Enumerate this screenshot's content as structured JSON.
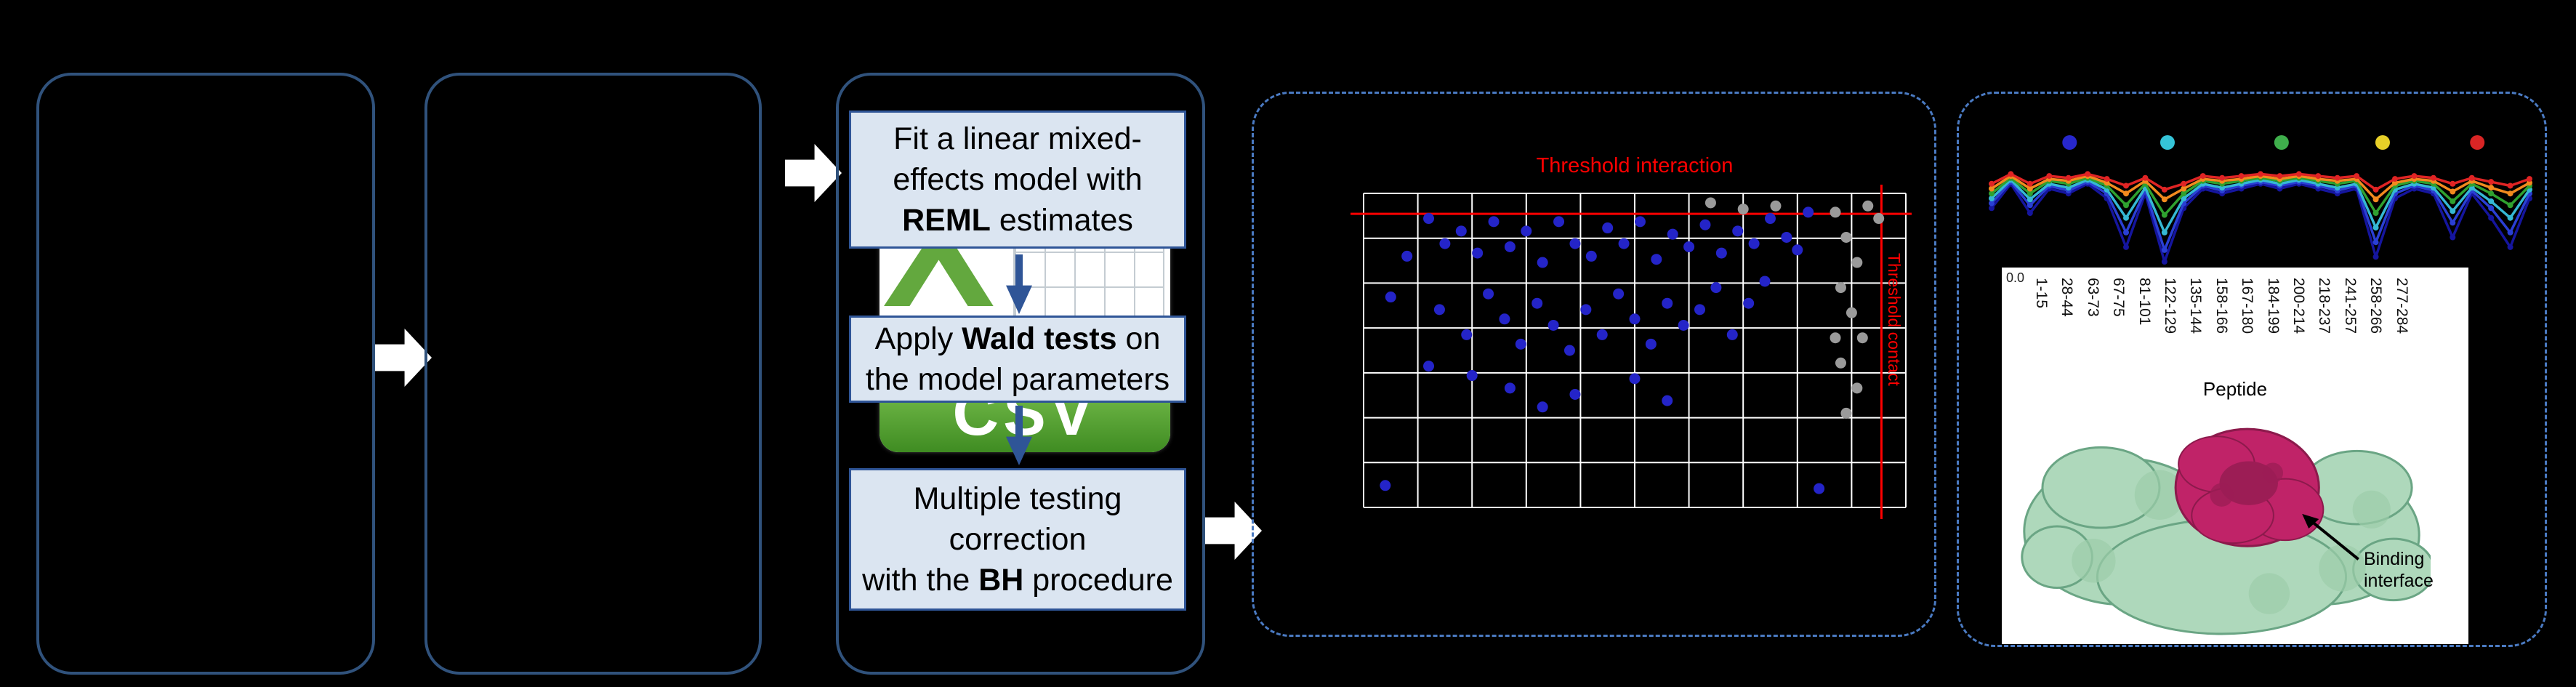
{
  "palette": {
    "background": "#000000",
    "panel_border": "#30527c",
    "dashed_border": "#4a7ac2",
    "step_fill": "#dbe5f1",
    "step_border": "#2f5597",
    "arrow_white": "#ffffff",
    "threshold_red": "#ff0000",
    "csv_green": "#63a83e",
    "protein_green": "#aed8bb",
    "binding_magenta": "#c02368"
  },
  "csv": {
    "x_glyph": "X",
    "label": "CSV"
  },
  "steps": {
    "fit": {
      "line1": "Fit a linear mixed-",
      "line2": "effects model with",
      "line3_bold": "REML",
      "line3_rest": " estimates"
    },
    "wald": {
      "line1_pre": "Apply ",
      "line1_bold": "Wald tests",
      "line1_post": " on",
      "line2": "the model parameters"
    },
    "bh": {
      "line1": "Multiple testing",
      "line2": "correction",
      "line3_pre": "with the ",
      "line3_bold": "BH",
      "line3_post": " procedure"
    }
  },
  "results": {
    "binding_annotation": "Binding\ninterface"
  },
  "chart_data": [
    {
      "type": "scatter",
      "title": "Threshold interaction",
      "right_axis_label": "Threshold contact",
      "grid": {
        "cols": 10,
        "rows": 7,
        "color": "#ffffff"
      },
      "thresholds": {
        "h_pct": 6.5,
        "v_pct": 95.5,
        "color": "#ff0000"
      },
      "series": [
        {
          "name": "significant-peptides",
          "color": "#2424c8",
          "points": [
            [
              12,
              8
            ],
            [
              15,
              16
            ],
            [
              18,
              12
            ],
            [
              21,
              19
            ],
            [
              24,
              9
            ],
            [
              27,
              17
            ],
            [
              30,
              12
            ],
            [
              33,
              22
            ],
            [
              36,
              9
            ],
            [
              39,
              16
            ],
            [
              42,
              20
            ],
            [
              45,
              11
            ],
            [
              48,
              16
            ],
            [
              51,
              9
            ],
            [
              54,
              21
            ],
            [
              57,
              13
            ],
            [
              60,
              17
            ],
            [
              63,
              10
            ],
            [
              66,
              19
            ],
            [
              69,
              12
            ],
            [
              72,
              16
            ],
            [
              75,
              8
            ],
            [
              78,
              14
            ],
            [
              14,
              37
            ],
            [
              19,
              45
            ],
            [
              23,
              32
            ],
            [
              26,
              40
            ],
            [
              29,
              48
            ],
            [
              32,
              35
            ],
            [
              35,
              42
            ],
            [
              38,
              50
            ],
            [
              41,
              37
            ],
            [
              44,
              45
            ],
            [
              47,
              32
            ],
            [
              50,
              40
            ],
            [
              53,
              48
            ],
            [
              56,
              35
            ],
            [
              59,
              42
            ],
            [
              62,
              37
            ],
            [
              65,
              30
            ],
            [
              68,
              45
            ],
            [
              71,
              35
            ],
            [
              74,
              28
            ],
            [
              27,
              62
            ],
            [
              33,
              68
            ],
            [
              39,
              64
            ],
            [
              50,
              59
            ],
            [
              56,
              66
            ],
            [
              12,
              55
            ],
            [
              20,
              58
            ],
            [
              4,
              93
            ],
            [
              84,
              94
            ],
            [
              5,
              33
            ],
            [
              8,
              20
            ],
            [
              82,
              6
            ],
            [
              80,
              18
            ]
          ]
        },
        {
          "name": "non-significant-peptides",
          "color": "#9a9a9a",
          "points": [
            [
              87,
              6
            ],
            [
              89,
              14
            ],
            [
              91,
              22
            ],
            [
              88,
              30
            ],
            [
              90,
              38
            ],
            [
              92,
              46
            ],
            [
              88,
              54
            ],
            [
              91,
              62
            ],
            [
              89,
              70
            ],
            [
              87,
              46
            ],
            [
              64,
              3
            ],
            [
              70,
              5
            ],
            [
              76,
              4
            ],
            [
              93,
              4
            ],
            [
              95,
              8
            ]
          ]
        }
      ]
    },
    {
      "type": "line",
      "xlabel": "Peptide",
      "ytick_label": "0.0",
      "x_tick_labels": [
        "1-15",
        "28-44",
        "63-73",
        "67-75",
        "81-101",
        "122-129",
        "135-144",
        "158-166",
        "167-180",
        "184-199",
        "200-214",
        "218-237",
        "241-257",
        "258-266",
        "277-284"
      ],
      "condition_dots": [
        {
          "name": "condition-dot-blue",
          "color": "#2727cc",
          "x_pct": 14.5
        },
        {
          "name": "condition-dot-cyan",
          "color": "#35c4d8",
          "x_pct": 32.7
        },
        {
          "name": "condition-dot-green",
          "color": "#3faf4c",
          "x_pct": 53.9
        },
        {
          "name": "condition-dot-yellow",
          "color": "#e8d028",
          "x_pct": 72.7
        },
        {
          "name": "condition-dot-red",
          "color": "#d92525",
          "x_pct": 90.3
        }
      ],
      "series": [
        {
          "name": "navy",
          "color": "#15159e",
          "values": [
            0.45,
            0.2,
            0.5,
            0.25,
            0.3,
            0.2,
            0.35,
            0.85,
            0.3,
            1.0,
            0.45,
            0.25,
            0.3,
            0.25,
            0.2,
            0.25,
            0.2,
            0.25,
            0.3,
            0.25,
            0.95,
            0.35,
            0.25,
            0.3,
            0.75,
            0.3,
            0.55,
            0.85,
            0.35
          ]
        },
        {
          "name": "blue",
          "color": "#2a3fd4",
          "values": [
            0.4,
            0.18,
            0.42,
            0.22,
            0.27,
            0.18,
            0.3,
            0.7,
            0.27,
            0.88,
            0.4,
            0.22,
            0.27,
            0.22,
            0.18,
            0.22,
            0.18,
            0.22,
            0.27,
            0.22,
            0.8,
            0.3,
            0.22,
            0.27,
            0.6,
            0.27,
            0.45,
            0.7,
            0.3
          ]
        },
        {
          "name": "cyan",
          "color": "#35b8d4",
          "values": [
            0.35,
            0.16,
            0.36,
            0.2,
            0.24,
            0.16,
            0.26,
            0.55,
            0.24,
            0.7,
            0.35,
            0.2,
            0.24,
            0.2,
            0.16,
            0.2,
            0.16,
            0.2,
            0.24,
            0.2,
            0.65,
            0.26,
            0.2,
            0.24,
            0.48,
            0.24,
            0.38,
            0.55,
            0.26
          ]
        },
        {
          "name": "green",
          "color": "#2fa12f",
          "values": [
            0.3,
            0.14,
            0.3,
            0.17,
            0.2,
            0.14,
            0.22,
            0.42,
            0.2,
            0.52,
            0.3,
            0.17,
            0.2,
            0.17,
            0.14,
            0.17,
            0.14,
            0.17,
            0.2,
            0.17,
            0.5,
            0.22,
            0.17,
            0.2,
            0.38,
            0.2,
            0.3,
            0.42,
            0.22
          ]
        },
        {
          "name": "orange",
          "color": "#f28a1e",
          "values": [
            0.25,
            0.12,
            0.25,
            0.15,
            0.17,
            0.12,
            0.19,
            0.3,
            0.17,
            0.36,
            0.25,
            0.15,
            0.17,
            0.15,
            0.12,
            0.15,
            0.12,
            0.15,
            0.17,
            0.15,
            0.36,
            0.19,
            0.15,
            0.17,
            0.28,
            0.17,
            0.24,
            0.3,
            0.19
          ]
        },
        {
          "name": "red",
          "color": "#e02424",
          "values": [
            0.2,
            0.1,
            0.2,
            0.12,
            0.14,
            0.1,
            0.15,
            0.22,
            0.14,
            0.26,
            0.2,
            0.12,
            0.14,
            0.12,
            0.1,
            0.12,
            0.1,
            0.12,
            0.14,
            0.12,
            0.26,
            0.15,
            0.12,
            0.14,
            0.2,
            0.14,
            0.18,
            0.22,
            0.15
          ]
        }
      ]
    }
  ]
}
